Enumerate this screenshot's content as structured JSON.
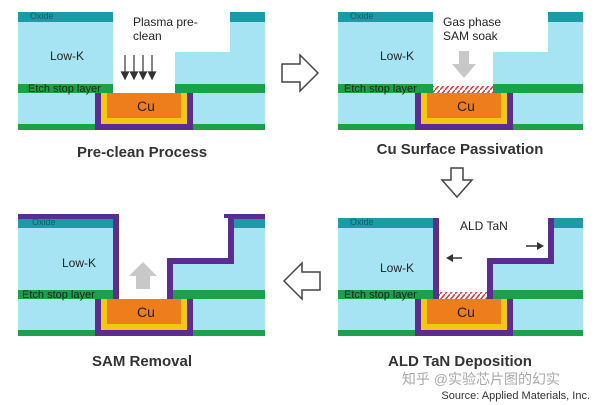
{
  "colors": {
    "oxide": "#1b9aa8",
    "low_k": "#a6e4f4",
    "etch_stop": "#19a24a",
    "liner": "#5b2d91",
    "barrier": "#f2c811",
    "copper": "#ee7d1b",
    "arrow_gray": "#c8c8c8",
    "sam": "#e23a3a"
  },
  "panels": {
    "preclean": {
      "caption": "Pre-clean Process",
      "oxide": "Oxide",
      "low_k": "Low-K",
      "etch_stop": "Etch stop layer",
      "cu": "Cu",
      "note_line1": "Plasma pre-",
      "note_line2": "clean"
    },
    "passivation": {
      "caption": "Cu Surface Passivation",
      "oxide": "Oxide",
      "low_k": "Low-K",
      "etch_stop": "Etch stop layer",
      "cu": "Cu",
      "note_line1": "Gas phase",
      "note_line2": "SAM soak"
    },
    "ald": {
      "caption": "ALD TaN Deposition",
      "oxide": "Oxide",
      "low_k": "Low-K",
      "etch_stop": "Etch stop layer",
      "cu": "Cu",
      "note": "ALD TaN"
    },
    "removal": {
      "caption": "SAM Removal",
      "oxide": "Oxide",
      "low_k": "Low-K",
      "etch_stop": "Etch stop layer",
      "cu": "Cu"
    }
  },
  "source": "Source: Applied Materials, Inc.",
  "watermark": "知乎 @实验芯片图的幻实"
}
